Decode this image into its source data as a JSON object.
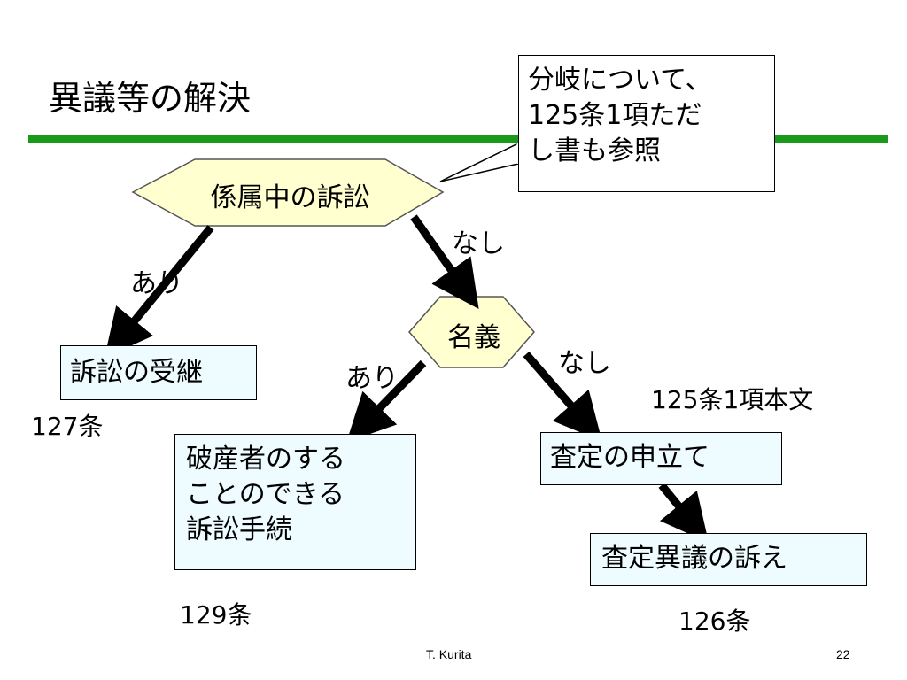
{
  "slide": {
    "title": "異議等の解決",
    "accent_color": "#1a9a1a",
    "box_fill": "#eefbff",
    "hex_fill": "#ffffd0"
  },
  "callout": {
    "lines": [
      "分岐について、",
      "125条1項ただ",
      "し書も参照"
    ]
  },
  "nodes": {
    "pending_suit": "係属中の訴訟",
    "meigi": "名義",
    "succession": "訴訟の受継",
    "bankrupt_proc": [
      "破産者のする",
      "ことのできる",
      "訴訟手続"
    ],
    "assessment": "査定の申立て",
    "objection_suit": "査定異議の訴え"
  },
  "edge_labels": {
    "nashi_1": "なし",
    "ari_1": "あり",
    "ari_2": "あり",
    "nashi_2": "なし"
  },
  "refs": {
    "r127": "127条",
    "r129": "129条",
    "r125": "125条1項本文",
    "r126": "126条"
  },
  "footer": {
    "author": "T. Kurita",
    "page": "22"
  }
}
